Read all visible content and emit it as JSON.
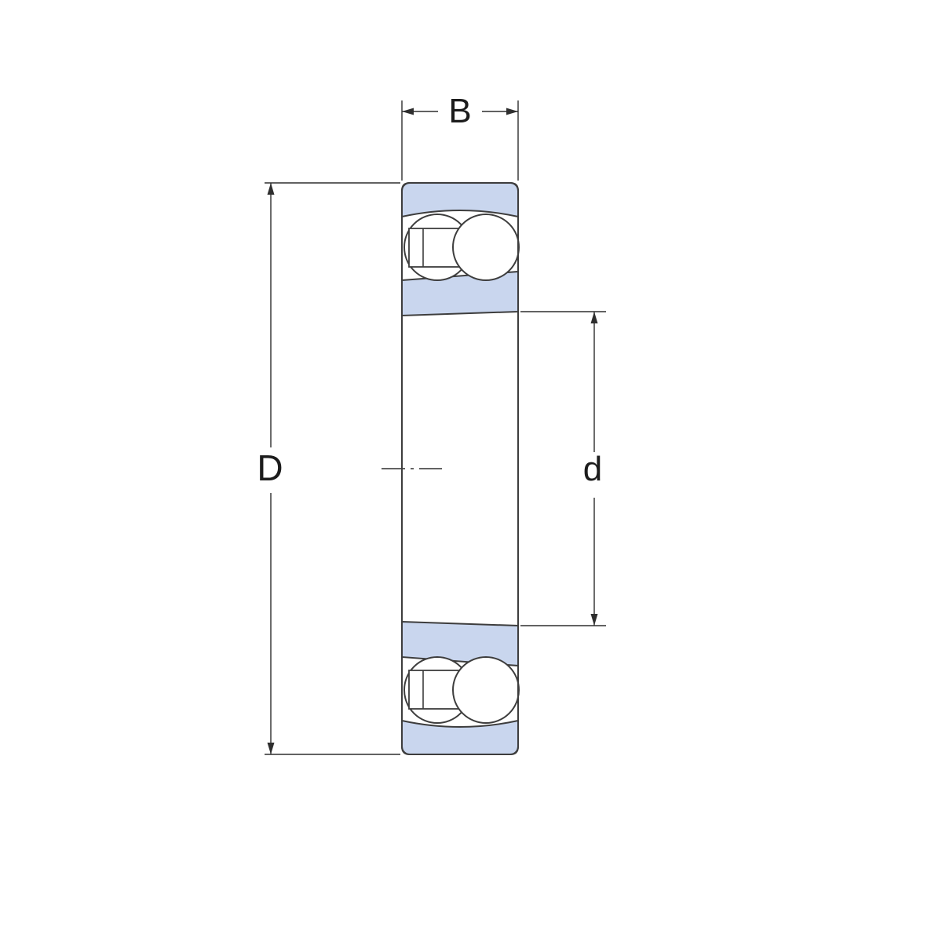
{
  "labels": {
    "width": "B",
    "outer_diameter": "D",
    "bore_diameter": "d"
  },
  "colors": {
    "ring_fill": "#C9D6EE",
    "line": "#3d3d3d",
    "background": "#FFFFFF"
  }
}
